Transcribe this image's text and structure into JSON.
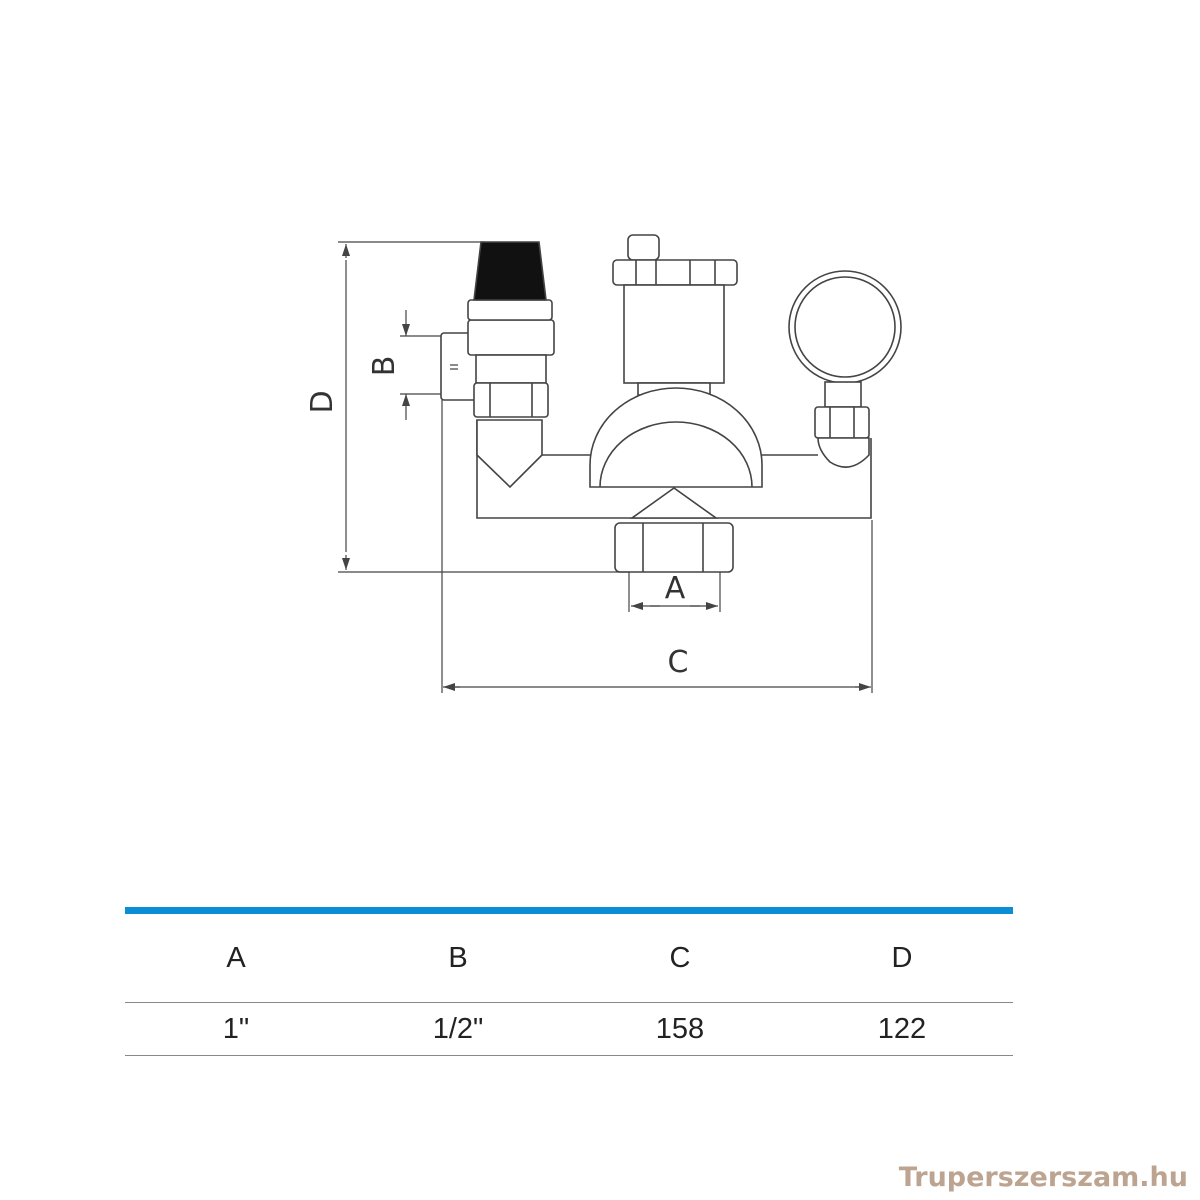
{
  "drawing": {
    "dimension_labels": {
      "a": "A",
      "b": "B",
      "c": "C",
      "d": "D"
    }
  },
  "table": {
    "accent_color": "#0a8fd4",
    "headers": [
      "A",
      "B",
      "C",
      "D"
    ],
    "values": [
      "1\"",
      "1/2\"",
      "158",
      "122"
    ]
  },
  "watermark": "Truperszerszam.hu"
}
